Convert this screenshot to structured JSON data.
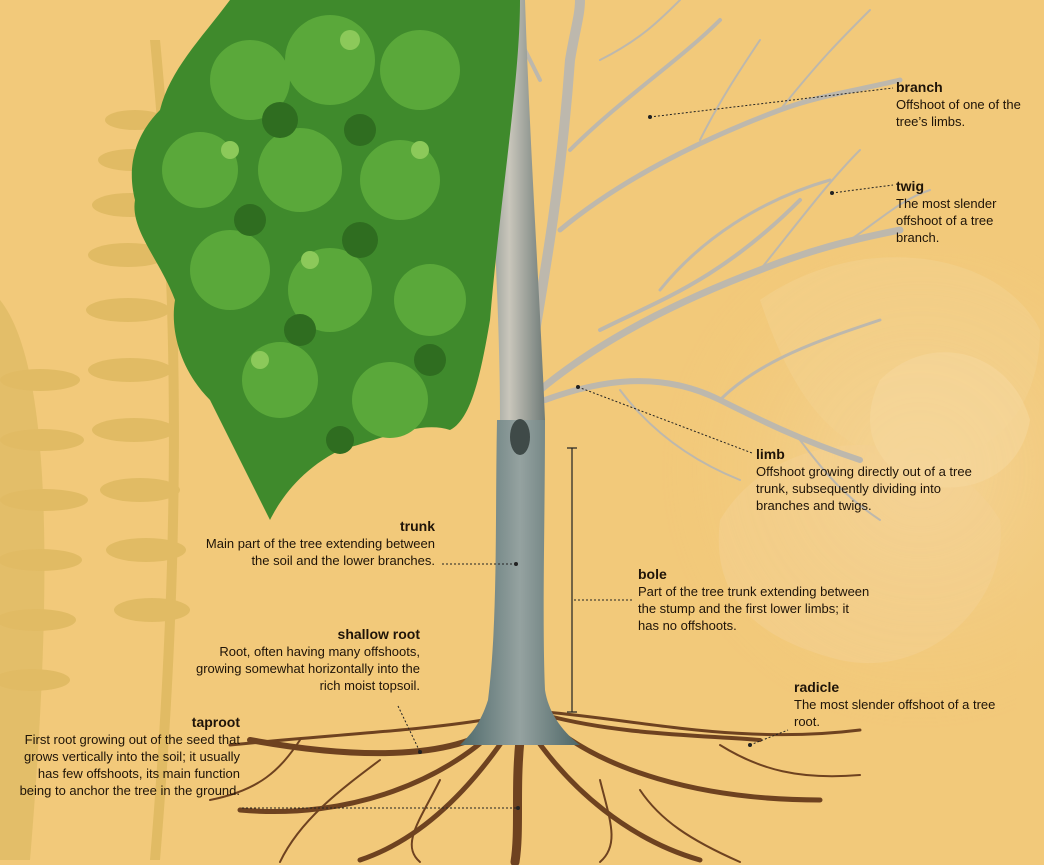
{
  "colors": {
    "background": "#f2c97a",
    "foliage": "#3f8a2c",
    "bark": "#b9b5aa",
    "root": "#7a4a22",
    "fern": "#dcb860",
    "rose": "#f1d294",
    "leader_line": "#222222",
    "text": "#1f1408"
  },
  "labels": {
    "branch": {
      "term": "branch",
      "desc": "Offshoot of one of the tree’s limbs."
    },
    "twig": {
      "term": "twig",
      "desc": "The most slender offshoot of a tree branch."
    },
    "limb": {
      "term": "limb",
      "desc": "Offshoot growing directly out of a tree trunk, subsequently dividing into branches and twigs."
    },
    "trunk": {
      "term": "trunk",
      "desc": "Main part of the tree extending between the soil and the lower branches."
    },
    "bole": {
      "term": "bole",
      "desc": "Part of the tree trunk extending between the stump and the first lower limbs; it has no offshoots."
    },
    "shallow_root": {
      "term": "shallow root",
      "desc": "Root, often having many offshoots, growing somewhat horizontally into the rich moist topsoil."
    },
    "radicle": {
      "term": "radicle",
      "desc": "The most slender offshoot of a tree root."
    },
    "taproot": {
      "term": "taproot",
      "desc": "First root growing out of the seed that grows vertically into the soil; it usually has few offshoots, its main function being to anchor the tree in the ground."
    }
  }
}
